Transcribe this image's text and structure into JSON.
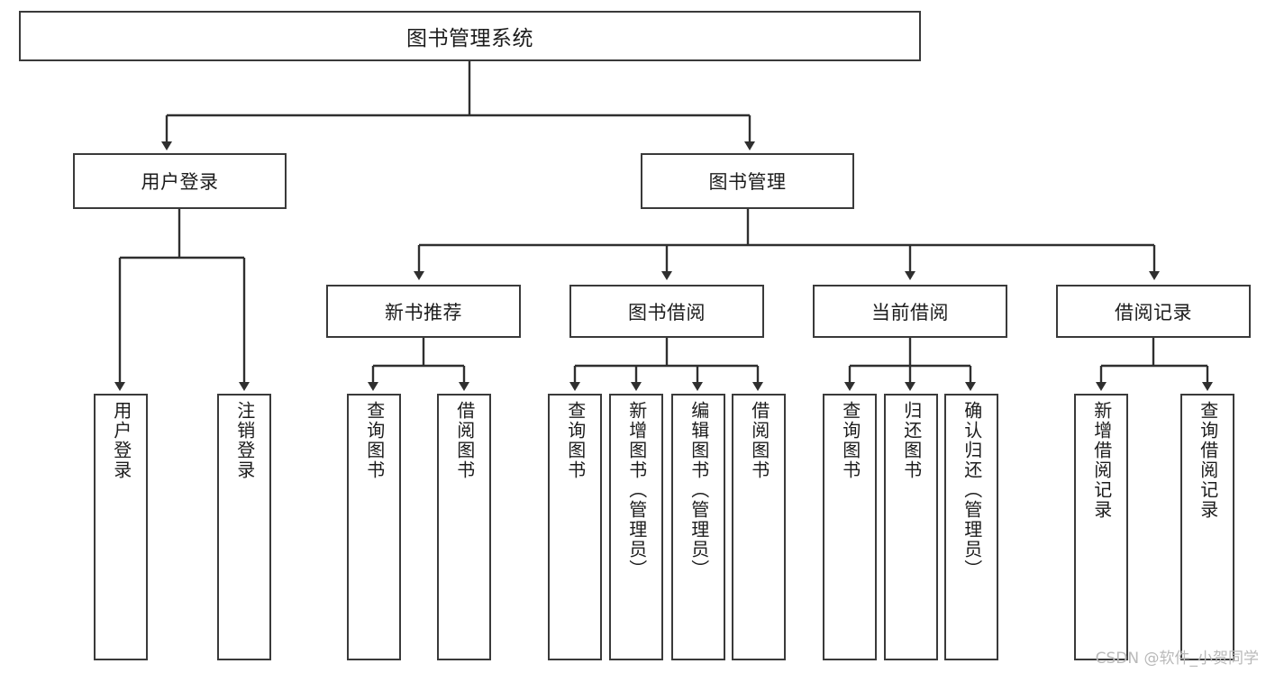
{
  "diagram": {
    "type": "tree-hierarchy",
    "title": "图书管理系统",
    "root": {
      "label": "图书管理系统"
    },
    "level2": [
      {
        "label": "用户登录"
      },
      {
        "label": "图书管理"
      }
    ],
    "level3": [
      {
        "label": "新书推荐"
      },
      {
        "label": "图书借阅"
      },
      {
        "label": "当前借阅"
      },
      {
        "label": "借阅记录"
      }
    ],
    "leaves": {
      "user_login": [
        {
          "label": "用户登录"
        },
        {
          "label": "注销登录"
        }
      ],
      "new_book_recommend": [
        {
          "label": "查询图书"
        },
        {
          "label": "借阅图书"
        }
      ],
      "book_borrow": [
        {
          "label": "查询图书"
        },
        {
          "label": "新增图书（管理员）"
        },
        {
          "label": "编辑图书（管理员）"
        },
        {
          "label": "借阅图书"
        }
      ],
      "current_borrow": [
        {
          "label": "查询图书"
        },
        {
          "label": "归还图书"
        },
        {
          "label": "确认归还（管理员）"
        }
      ],
      "borrow_record": [
        {
          "label": "新增借阅记录"
        },
        {
          "label": "查询借阅记录"
        }
      ]
    }
  },
  "watermark": {
    "text": "CSDN @软件_小贺同学"
  },
  "colors": {
    "border": "#3a3a3a",
    "text": "#1c1c1c",
    "background": "#ffffff",
    "connector": "#2f2f2f",
    "watermark": "#b9b9b9"
  }
}
